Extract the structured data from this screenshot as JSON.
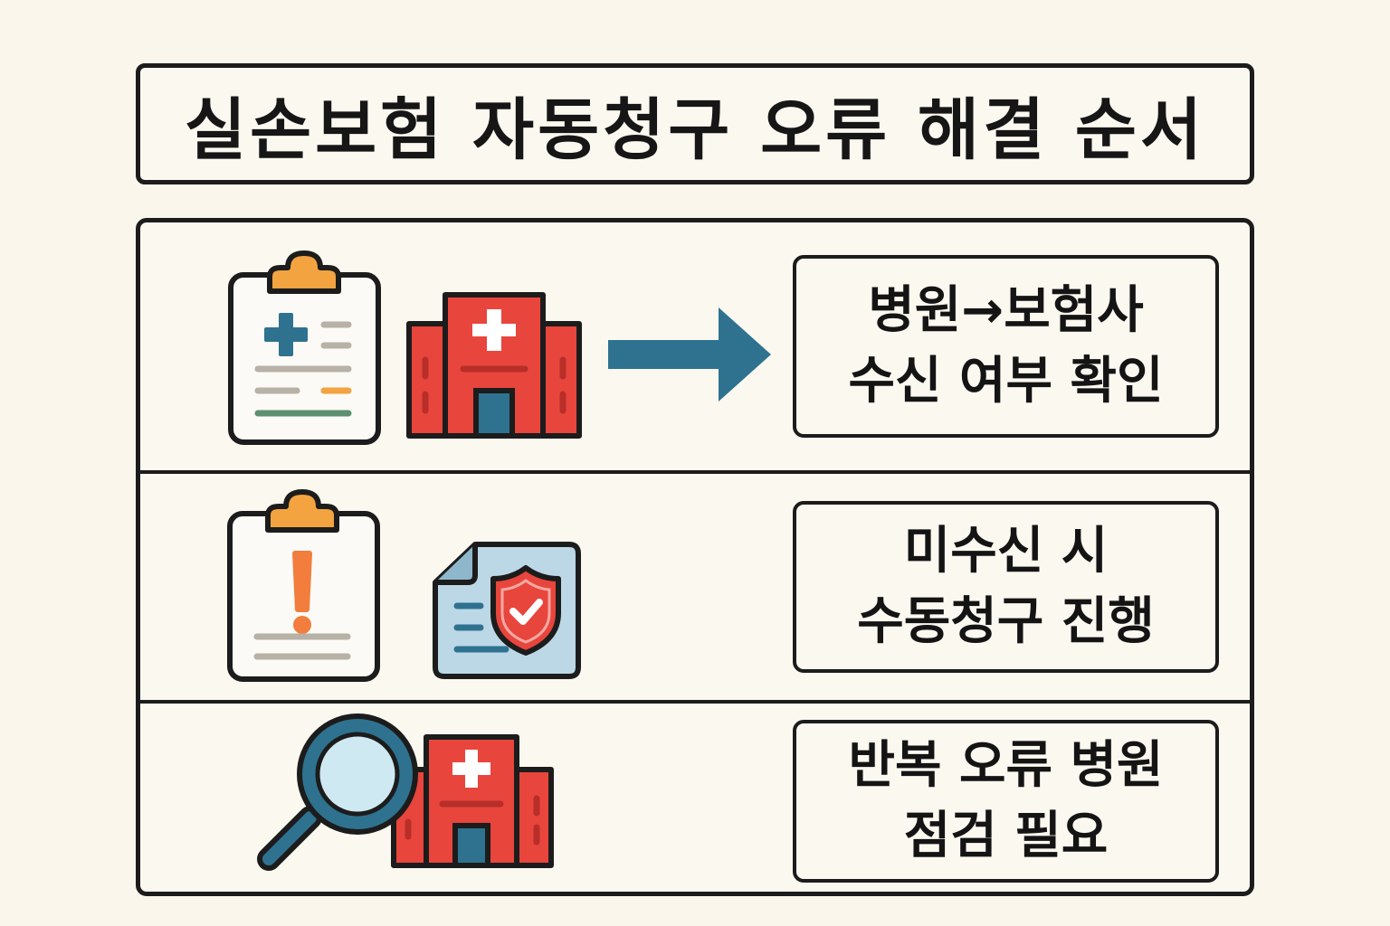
{
  "title": "실손보험 자동청구 오류 해결 순서",
  "steps": [
    {
      "lines": [
        "병원→보험사",
        "수신 여부 확인"
      ],
      "icons": [
        "clipboard-medical-icon",
        "hospital-icon",
        "arrow-right-icon"
      ]
    },
    {
      "lines": [
        "미수신 시",
        "수동청구 진행"
      ],
      "icons": [
        "clipboard-alert-icon",
        "shield-document-icon"
      ]
    },
    {
      "lines": [
        "반복 오류 병원",
        "점검 필요"
      ],
      "icons": [
        "magnifier-icon",
        "hospital-icon"
      ]
    }
  ],
  "colors": {
    "outline": "#1c1c1c",
    "hospital_red": "#e8453c",
    "accent_blue": "#2f7290",
    "clipboard_clip": "#f3a340",
    "alert_orange": "#f27d3c",
    "document_blue": "#bcd8e6",
    "background": "#faf6ec"
  }
}
